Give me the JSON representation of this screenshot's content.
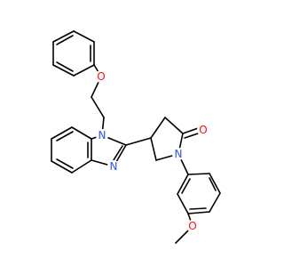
{
  "molecule": {
    "atoms": {
      "ether_o": {
        "symbol": "O",
        "color": "#FF0D0D"
      },
      "n1": {
        "symbol": "N",
        "color": "#3050F8"
      },
      "n3": {
        "symbol": "N",
        "color": "#3050F8"
      },
      "n_lactam": {
        "symbol": "N",
        "color": "#3050F8"
      },
      "o_carbonyl": {
        "symbol": "O",
        "color": "#FF0D0D"
      },
      "o_methoxy": {
        "symbol": "O",
        "color": "#FF0D0D"
      }
    },
    "bond_color": "#000000"
  }
}
